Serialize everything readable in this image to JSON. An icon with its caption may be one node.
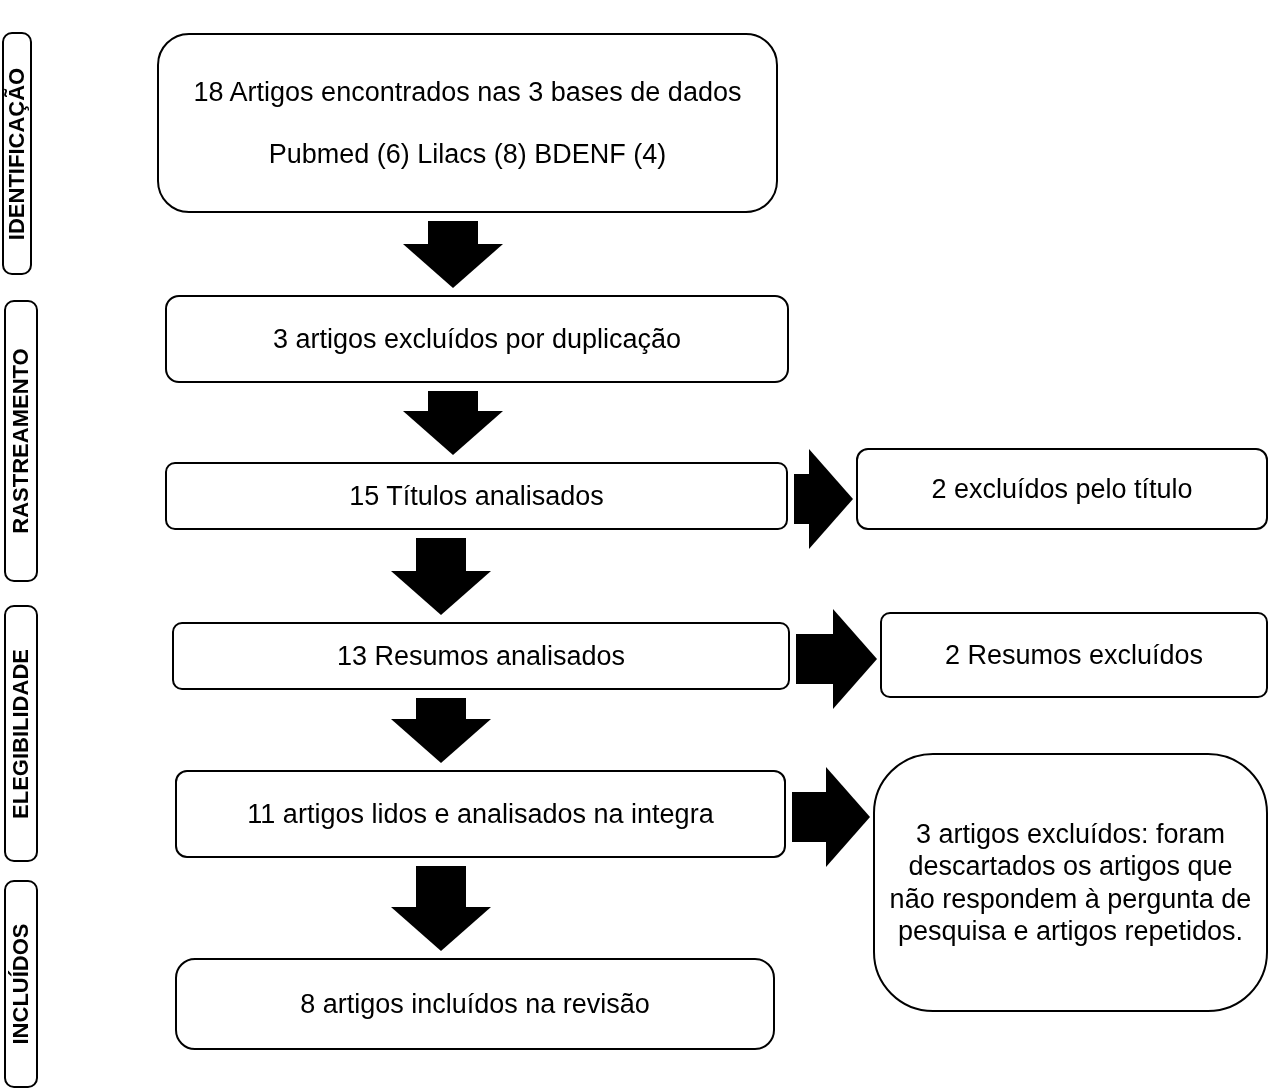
{
  "diagram": {
    "nodes": [
      {
        "text": [
          "IDENTIFICAÇÃO"
        ]
      },
      {
        "text": [
          "18 Artigos encontrados nas 3 bases de dados",
          "Pubmed (6) Lilacs (8) BDENF (4)"
        ]
      },
      {
        "text": [
          "RASTREAMENTO"
        ]
      },
      {
        "text": [
          "3 artigos excluídos por duplicação"
        ]
      },
      {
        "text": [
          "15 Títulos analisados"
        ]
      },
      {
        "text": [
          "2 excluídos pelo título"
        ]
      },
      {
        "text": [
          "ELEGIBILIDADE"
        ]
      },
      {
        "text": [
          "13 Resumos analisados"
        ]
      },
      {
        "text": [
          "2 Resumos excluídos"
        ]
      },
      {
        "text": [
          "11 artigos lidos e analisados na integra"
        ]
      },
      {
        "text": [
          "3 artigos excluídos: foram descartados os artigos que não respondem à pergunta de pesquisa e artigos repetidos."
        ]
      },
      {
        "text": [
          "INCLUÍDOS"
        ]
      },
      {
        "text": [
          "8 artigos incluídos na revisão"
        ]
      }
    ],
    "edges": [
      {
        "from": 1,
        "to": 3,
        "arrow": "to"
      },
      {
        "from": 3,
        "to": 4,
        "arrow": "to"
      },
      {
        "from": 4,
        "to": 5,
        "arrow": "to"
      },
      {
        "from": 4,
        "to": 7,
        "arrow": "to"
      },
      {
        "from": 7,
        "to": 8,
        "arrow": "to"
      },
      {
        "from": 7,
        "to": 9,
        "arrow": "to"
      },
      {
        "from": 9,
        "to": 10,
        "arrow": "to"
      },
      {
        "from": 9,
        "to": 12,
        "arrow": "to"
      }
    ]
  }
}
